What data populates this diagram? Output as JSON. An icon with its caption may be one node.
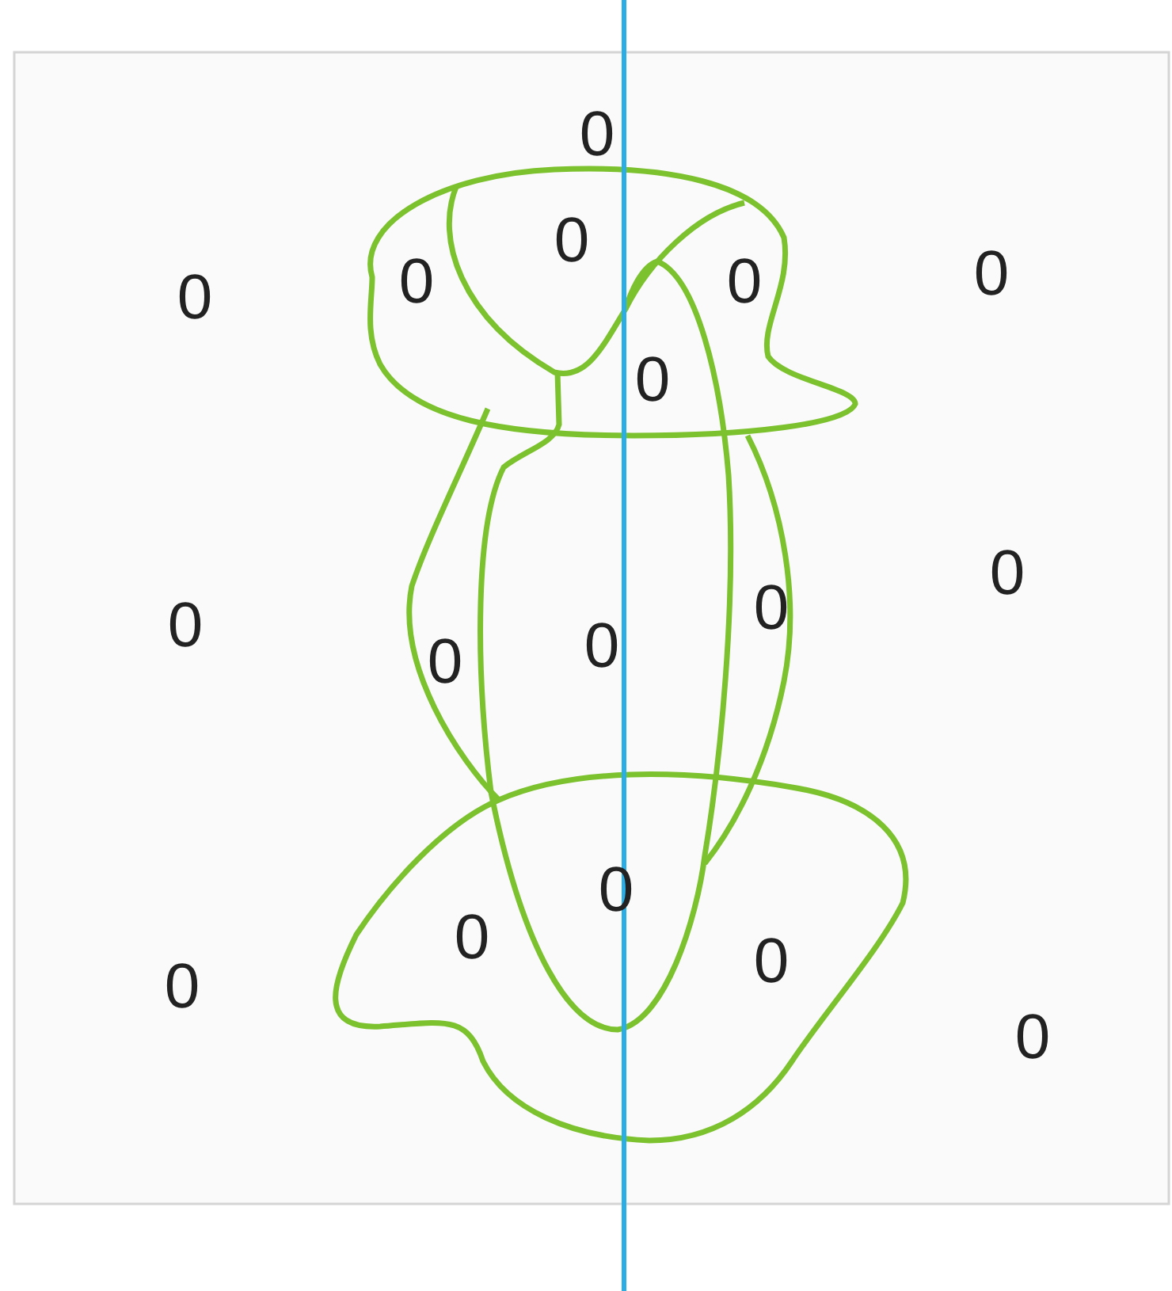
{
  "diagram": {
    "labels": [
      "0",
      "0",
      "0",
      "0",
      "0",
      "0",
      "0",
      "0",
      "0",
      "0",
      "0",
      "0",
      "0",
      "0",
      "0",
      "0",
      "0"
    ]
  }
}
